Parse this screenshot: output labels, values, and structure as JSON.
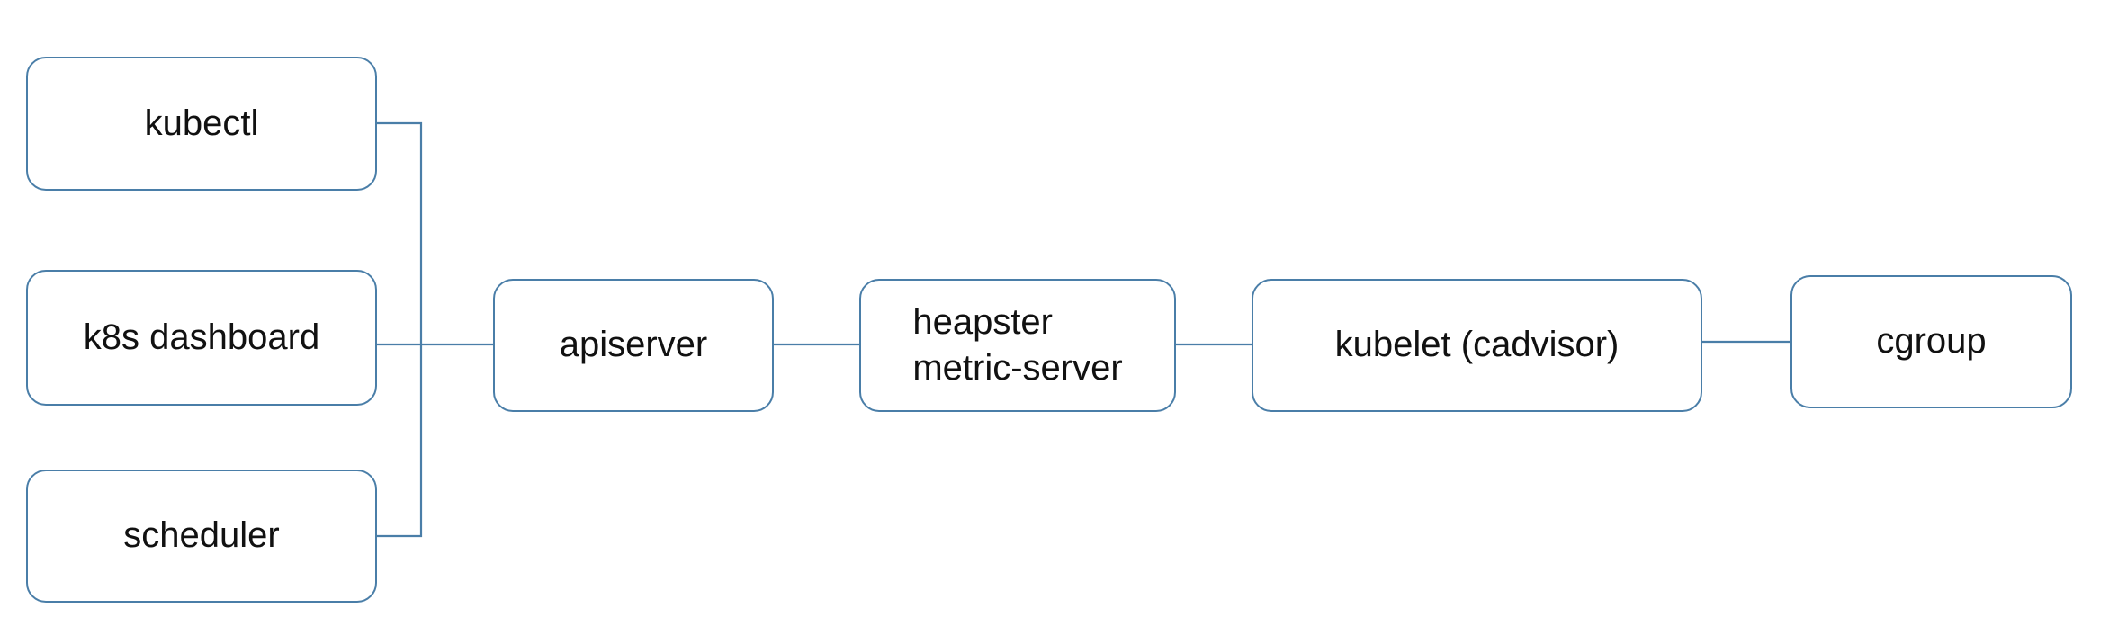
{
  "diagram": {
    "colors": {
      "stroke": "#4a7ea8",
      "text": "#111111",
      "background": "#ffffff"
    },
    "nodes": {
      "kubectl": {
        "label": "kubectl"
      },
      "dashboard": {
        "label": "k8s dashboard"
      },
      "scheduler": {
        "label": "scheduler"
      },
      "apiserver": {
        "label": "apiserver"
      },
      "heapster": {
        "lines": [
          "heapster",
          "metric-server"
        ]
      },
      "kubelet": {
        "label": "kubelet (cadvisor)"
      },
      "cgroup": {
        "label": "cgroup"
      }
    },
    "edges": [
      {
        "from": "kubectl",
        "to": "apiserver"
      },
      {
        "from": "dashboard",
        "to": "apiserver"
      },
      {
        "from": "scheduler",
        "to": "apiserver"
      },
      {
        "from": "apiserver",
        "to": "heapster"
      },
      {
        "from": "heapster",
        "to": "kubelet"
      },
      {
        "from": "kubelet",
        "to": "cgroup"
      }
    ]
  }
}
